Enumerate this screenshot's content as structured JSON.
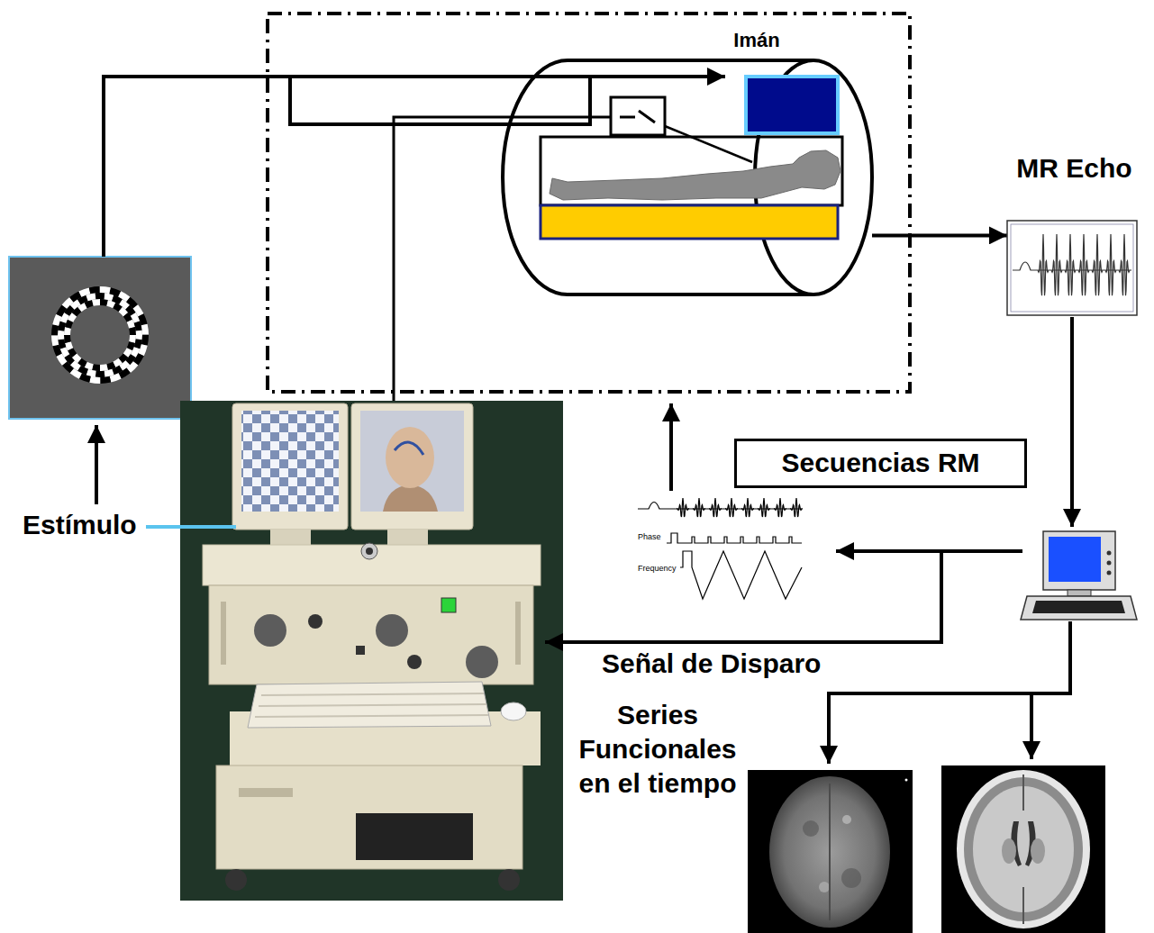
{
  "diagram": {
    "nodes": [
      {
        "text": [
          "Imán"
        ]
      },
      {
        "text": [
          "MR Echo"
        ]
      },
      {
        "text": [
          "Secuencias RM"
        ]
      }
    ],
    "edges": [
      {
        "from": 0,
        "to": 1,
        "arrow": "to"
      }
    ],
    "labels": [
      "Estímulo",
      "Señal de Disparo",
      "Series Funcionales en el tiempo",
      "Phase",
      "Frequency"
    ]
  }
}
